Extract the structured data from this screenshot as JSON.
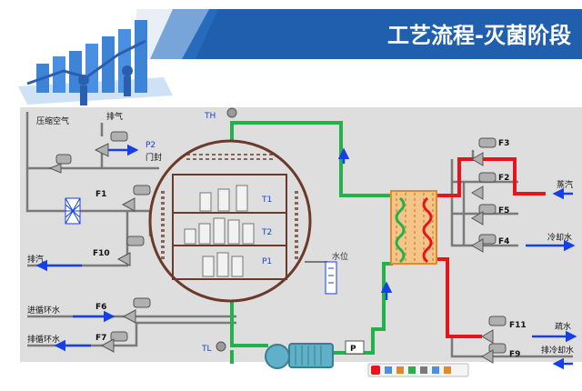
{
  "header": {
    "title": "工艺流程-灭菌阶段",
    "bar_color": "#1f5fae"
  },
  "labels": {
    "compressed_air": "压缩空气",
    "vent_top": "排气",
    "p2": "P2",
    "door_seal": "门封",
    "f1": "F1",
    "f10": "F10",
    "exhaust_steam": "排汽",
    "f6": "F6",
    "inlet_circ": "进循环水",
    "f7": "F7",
    "outlet_circ": "排循环水",
    "th": "TH",
    "tl": "TL",
    "t1": "T1",
    "t2": "T2",
    "p1": "P1",
    "water_level": "水位",
    "pump": "P",
    "f3": "F3",
    "f2": "F2",
    "steam": "蒸汽",
    "f5": "F5",
    "f4": "F4",
    "cooling_water": "冷却水",
    "f11": "F11",
    "sterile_water": "疏水",
    "f9": "F9",
    "drain_cooling": "排冷却水"
  },
  "colors": {
    "panel": "#dedede",
    "pipe_gray": "#7a7a7a",
    "pipe_green": "#22b24c",
    "pipe_red": "#e8141b",
    "arrow_blue": "#1540e8",
    "vessel": "#6b3a2a",
    "heat_exchanger": "#e08a2c"
  }
}
